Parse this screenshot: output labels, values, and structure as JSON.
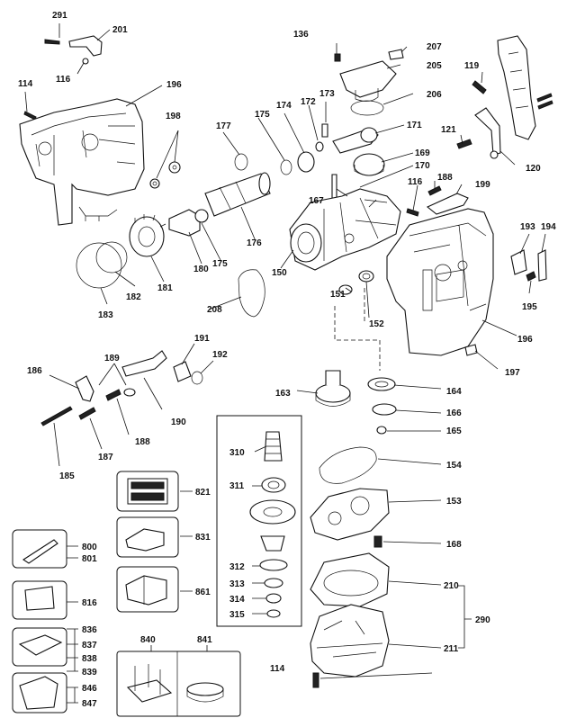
{
  "labels": {
    "l291": "291",
    "l201": "201",
    "l116a": "116",
    "l114a": "114",
    "l196a": "196",
    "l198": "198",
    "l177": "177",
    "l175a": "175",
    "l174": "174",
    "l172": "172",
    "l173": "173",
    "l136": "136",
    "l207": "207",
    "l205": "205",
    "l206": "206",
    "l119": "119",
    "l171": "171",
    "l169": "169",
    "l170": "170",
    "l121": "121",
    "l120": "120",
    "l188a": "188",
    "l116b": "116",
    "l199": "199",
    "l167": "167",
    "l176": "176",
    "l175b": "175",
    "l180": "180",
    "l181": "181",
    "l182": "182",
    "l183": "183",
    "l150": "150",
    "l208": "208",
    "l151": "151",
    "l152": "152",
    "l193": "193",
    "l194": "194",
    "l195": "195",
    "l196b": "196",
    "l197": "197",
    "l191": "191",
    "l192": "192",
    "l189": "189",
    "l186": "186",
    "l190": "190",
    "l188b": "188",
    "l187": "187",
    "l185": "185",
    "l163": "163",
    "l164": "164",
    "l166": "166",
    "l165": "165",
    "l310": "310",
    "l311": "311",
    "l154": "154",
    "l153": "153",
    "l168": "168",
    "l312": "312",
    "l313": "313",
    "l314": "314",
    "l315": "315",
    "l210": "210",
    "l290": "290",
    "l211": "211",
    "l114b": "114",
    "l821": "821",
    "l831": "831",
    "l861": "861",
    "l800": "800",
    "l801": "801",
    "l816": "816",
    "l836": "836",
    "l837": "837",
    "l838": "838",
    "l839": "839",
    "l840": "840",
    "l841": "841",
    "l846": "846",
    "l847": "847"
  }
}
